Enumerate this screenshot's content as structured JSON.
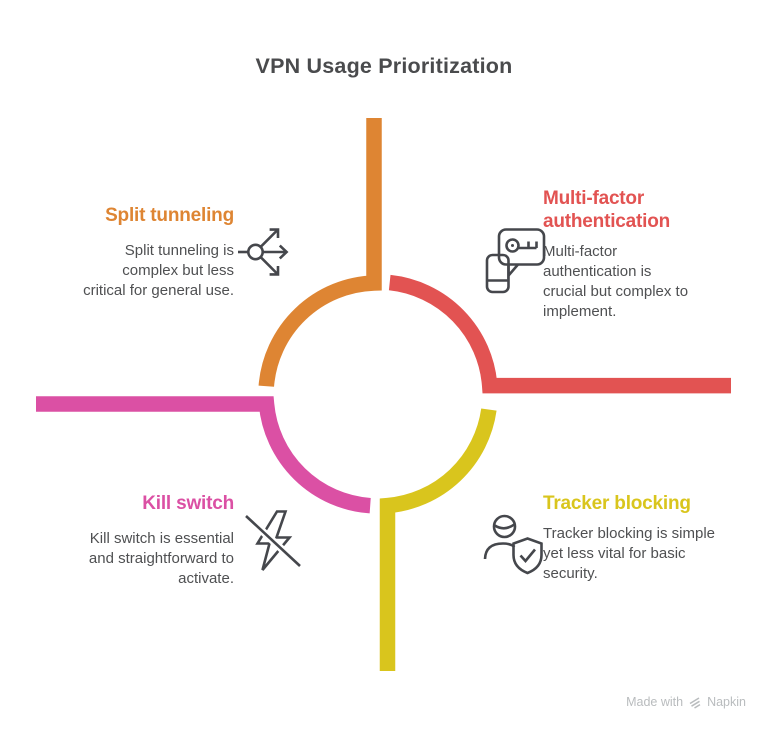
{
  "title": "VPN Usage Prioritization",
  "colors": {
    "icon_stroke": "#45474C",
    "body_text": "#4F5052",
    "title_text": "#4A4B4D",
    "watermark_gray": "#B9BCBE",
    "background": "#FFFFFF"
  },
  "quadrants": [
    {
      "position": "top-left",
      "heading_lines": [
        "Split tunneling"
      ],
      "lines": [
        "Split tunneling is",
        "complex but less",
        "critical for general use."
      ],
      "color": "#DE8533",
      "icon": "split-arrows-icon"
    },
    {
      "position": "top-right",
      "heading_lines": [
        "Multi-factor",
        "authentication"
      ],
      "lines": [
        "Multi-factor",
        "authentication is",
        "crucial but complex to",
        "implement."
      ],
      "color": "#E25352",
      "icon": "otp-key-phone-icon"
    },
    {
      "position": "bottom-left",
      "heading_lines": [
        "Kill switch"
      ],
      "lines": [
        "Kill switch is essential",
        "and straightforward to",
        "activate."
      ],
      "color": "#DB50A4",
      "icon": "flash-off-icon"
    },
    {
      "position": "bottom-right",
      "heading_lines": [
        "Tracker blocking"
      ],
      "lines": [
        "Tracker blocking is simple",
        "yet less vital for basic",
        "security."
      ],
      "color": "#D9C51D",
      "icon": "user-shield-check-icon"
    }
  ],
  "watermark": {
    "made_with": "Made with",
    "brand": "Napkin"
  }
}
